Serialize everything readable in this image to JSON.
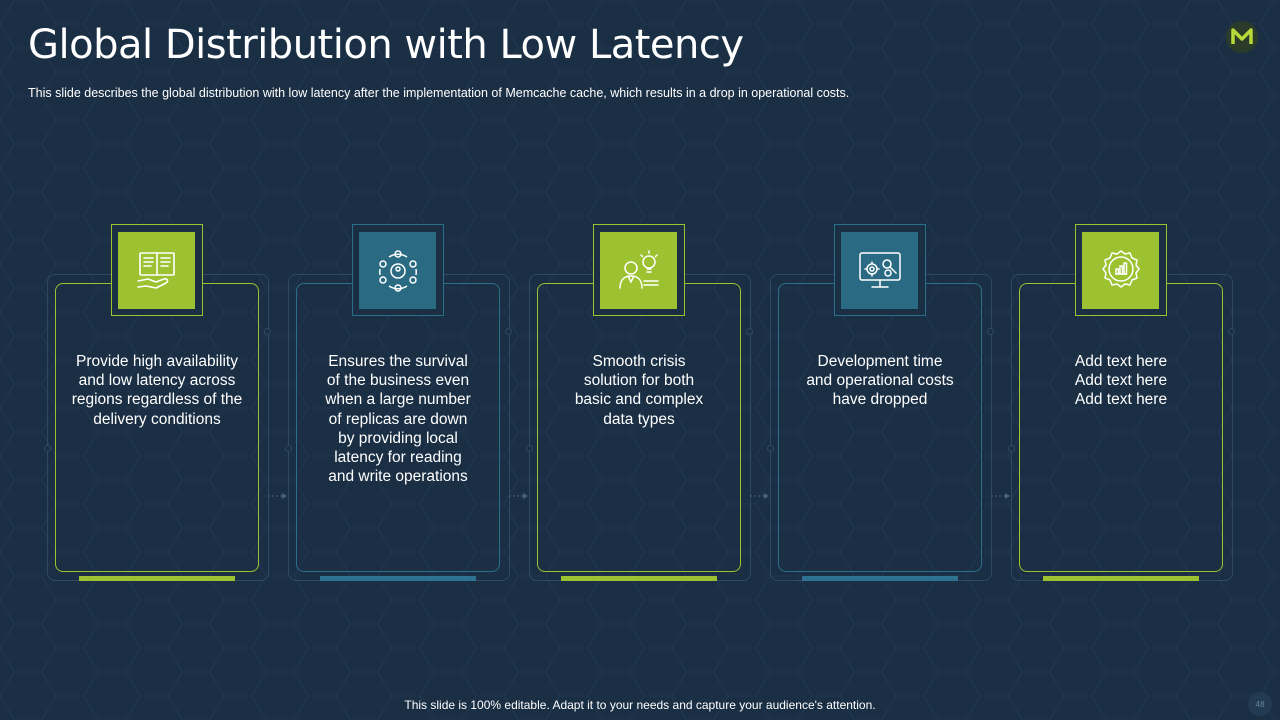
{
  "slide": {
    "title": "Global Distribution with Low Latency",
    "subtitle": "This slide describes the global distribution with low latency after the implementation  of Memcache cache, which results in a drop in operational  costs.",
    "logo_letter": "M",
    "footer": "This slide is 100% editable. Adapt it to your needs and capture your audience's attention.",
    "page_number": "48"
  },
  "colors": {
    "background": "#1a2e44",
    "accent_green": "#9cc232",
    "accent_teal": "#2a6b83"
  },
  "cards": [
    {
      "icon": "book-hand-icon",
      "text": "Provide high availability\nand low latency across\nregions regardless of the\ndelivery conditions"
    },
    {
      "icon": "network-people-icon",
      "text": "Ensures the survival\nof the business even\nwhen a large number\nof replicas are down\nby providing local\nlatency for reading\nand write operations"
    },
    {
      "icon": "person-idea-icon",
      "text": "Smooth crisis\nsolution for both\nbasic and complex\ndata types"
    },
    {
      "icon": "monitor-gears-icon",
      "text": "Development time\nand operational costs\nhave dropped"
    },
    {
      "icon": "badge-chart-icon",
      "text": "Add text here\nAdd text here\nAdd text here"
    }
  ]
}
